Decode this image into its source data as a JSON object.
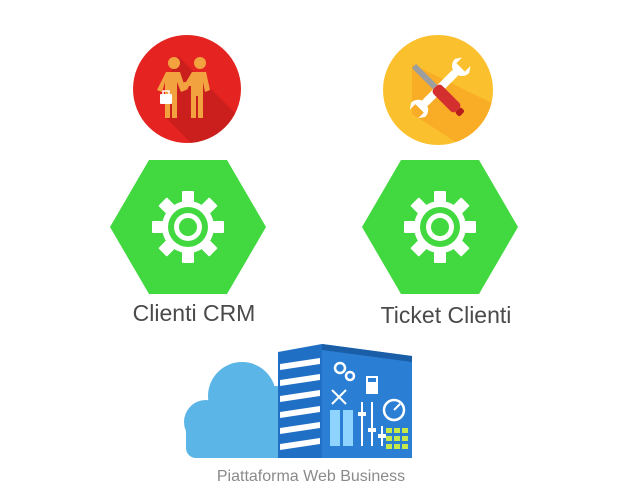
{
  "modules": [
    {
      "label": "Clienti CRM",
      "top_icon": "handshake-icon",
      "top_color": "#e52421",
      "bottom_icon": "gear-icon",
      "bottom_color": "#41d93f"
    },
    {
      "label": "Ticket Clienti",
      "top_icon": "wrench-screwdriver-icon",
      "top_color": "#fbc02d",
      "bottom_icon": "gear-icon",
      "bottom_color": "#41d93f"
    }
  ],
  "platform": {
    "label": "Piattaforma Web Business",
    "icon": "cloud-building-icon",
    "cloud_color": "#5bb5e6",
    "building_color": "#1f6fc4"
  }
}
